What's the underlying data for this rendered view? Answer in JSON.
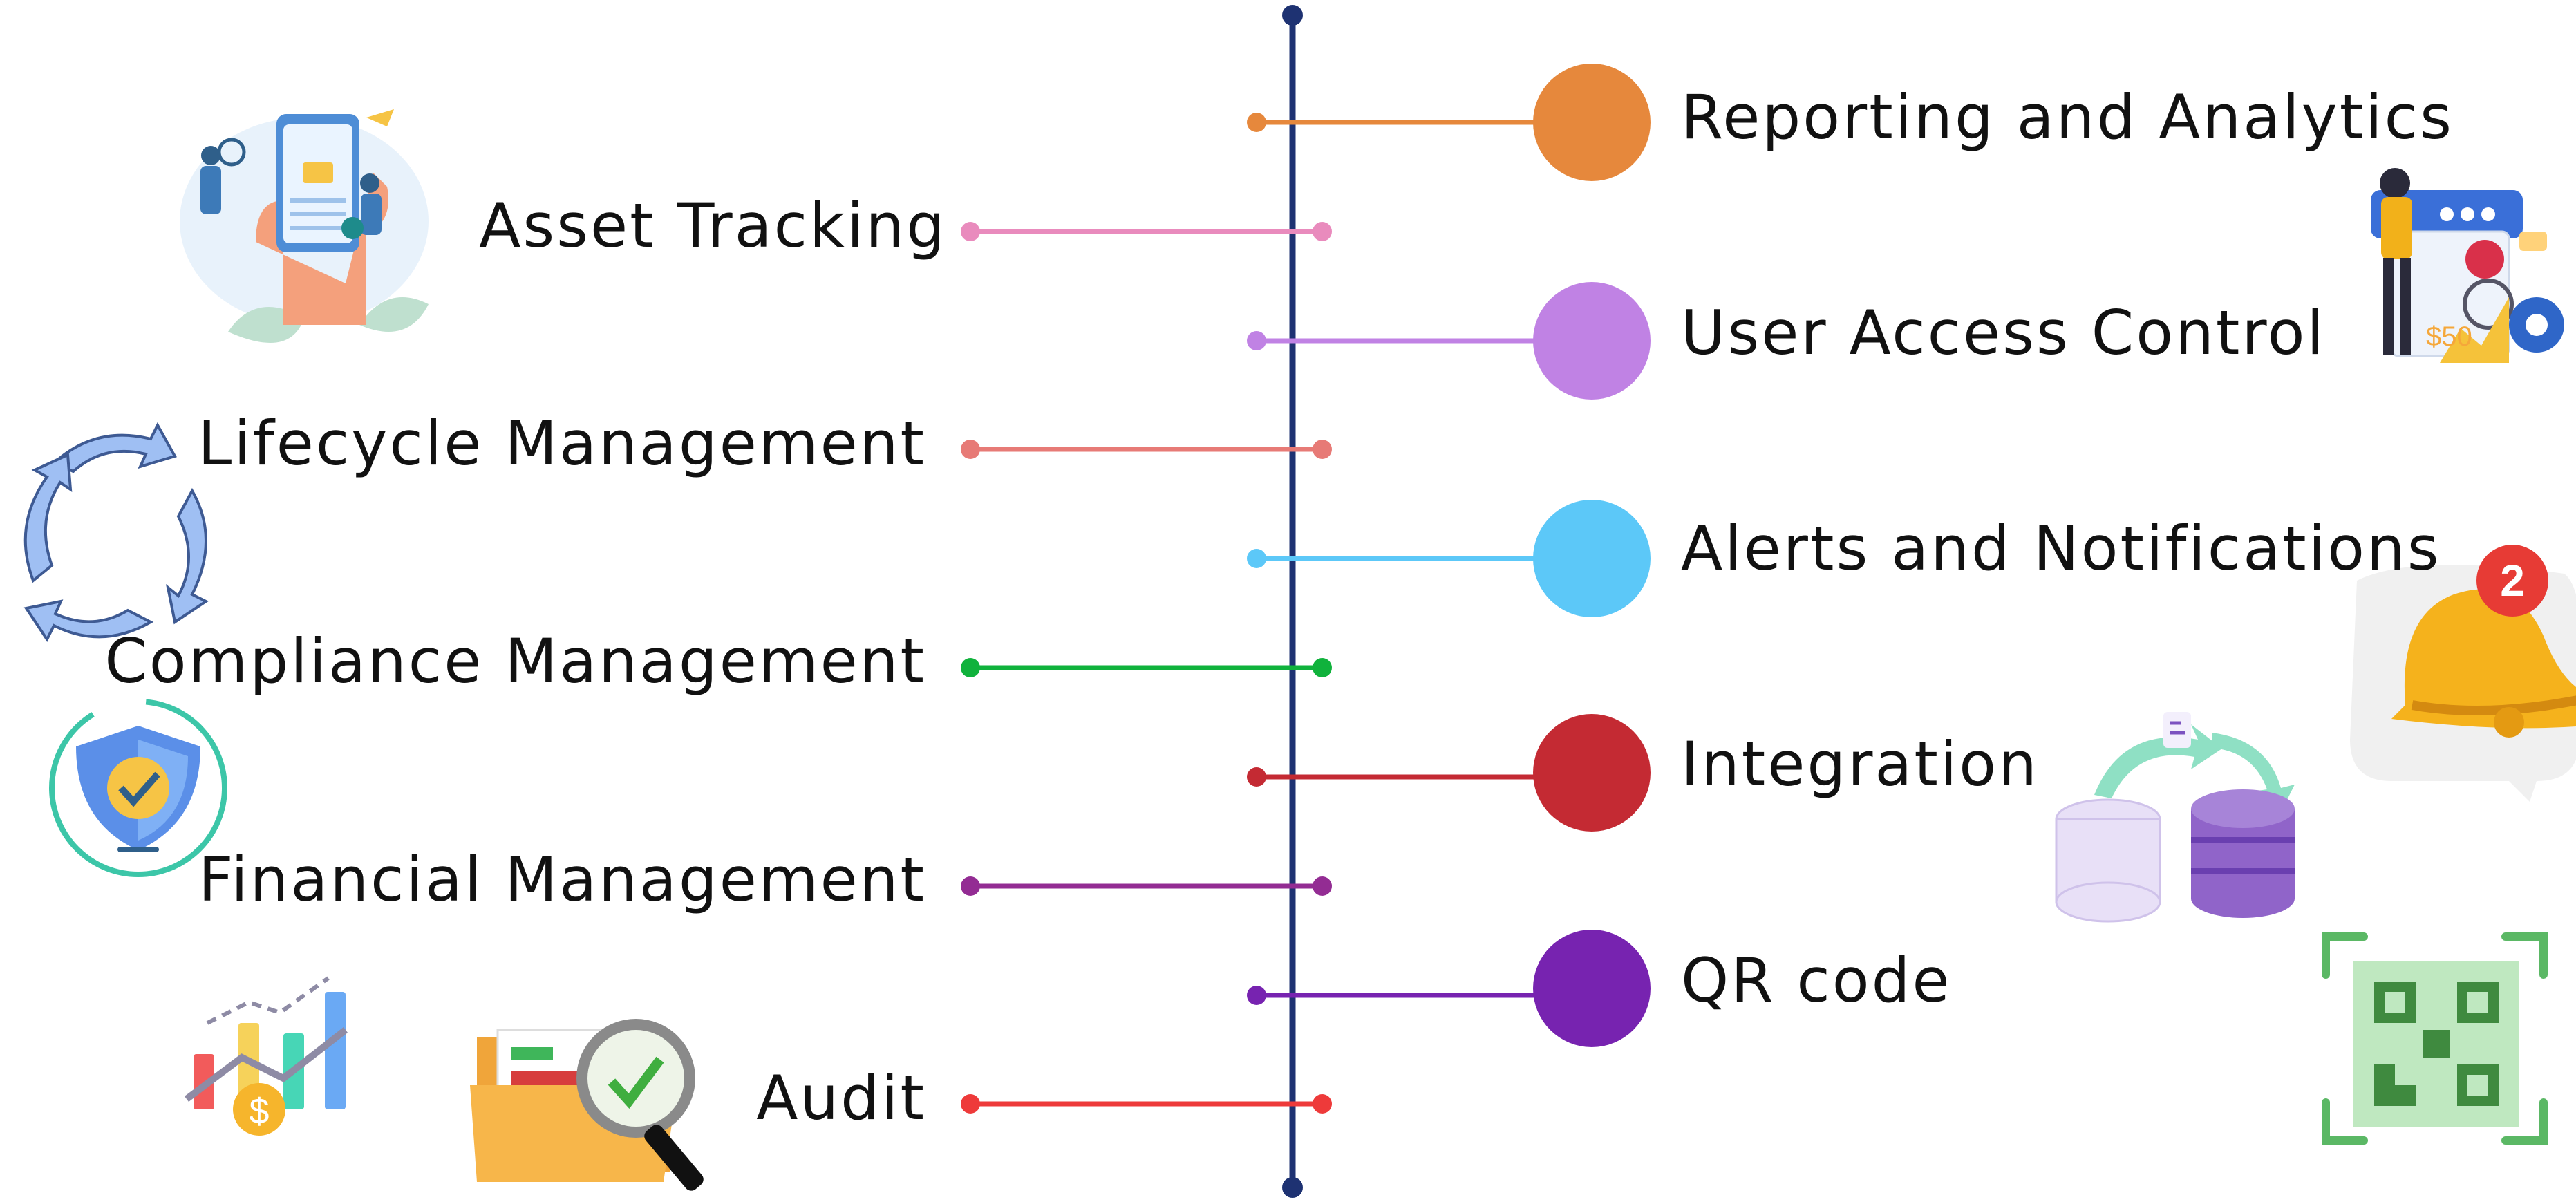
{
  "timeline": {
    "axis_color": "#1e3272",
    "left_items": [
      {
        "label": "Asset Tracking",
        "color": "#e98bbd",
        "icon": "asset-tracking-phone-icon"
      },
      {
        "label": "Lifecycle Management",
        "color": "#e77a76",
        "icon": "cycle-arrows-icon"
      },
      {
        "label": "Compliance Management",
        "color": "#10b23c",
        "icon": "shield-check-icon"
      },
      {
        "label": "Financial Management",
        "color": "#932c93",
        "icon": "bar-chart-growth-icon"
      },
      {
        "label": "Audit",
        "color": "#ee3a3a",
        "icon": "folder-magnifier-check-icon"
      }
    ],
    "right_items": [
      {
        "label": "Reporting and Analytics",
        "color": "#e6883c",
        "icon": "analytics-dashboard-person-icon"
      },
      {
        "label": "User Access Control",
        "color": "#c082e4",
        "icon": "user-access-person-icon"
      },
      {
        "label": "Alerts and Notifications",
        "color": "#5cc8f8",
        "icon": "bell-notification-icon",
        "badge": "2"
      },
      {
        "label": "Integration",
        "color": "#c42a33",
        "icon": "database-sync-icon"
      },
      {
        "label": "QR code",
        "color": "#7723b0",
        "icon": "qr-code-scan-icon"
      }
    ]
  }
}
